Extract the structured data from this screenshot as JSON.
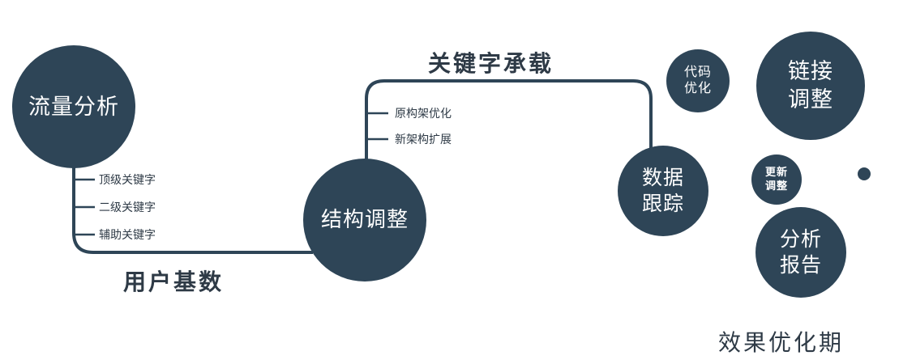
{
  "colors": {
    "accent": "#2e4557",
    "label_dark": "#2e3a46"
  },
  "nodes": {
    "traffic": {
      "label": "流量分析"
    },
    "structure": {
      "label": "结构调整"
    },
    "data_tracking": {
      "line1": "数据",
      "line2": "跟踪"
    },
    "code_optimization": {
      "line1": "代码",
      "line2": "优化"
    },
    "link_adjustment": {
      "line1": "链接",
      "line2": "调整"
    },
    "update_adjustment": {
      "line1": "更新",
      "line2": "调整"
    },
    "analysis_report": {
      "line1": "分析",
      "line2": "报告"
    }
  },
  "edge_labels": {
    "keyword_carrying": "关键字承载",
    "user_base": "用户基数"
  },
  "branch_labels": {
    "traffic": [
      "顶级关键字",
      "二级关键字",
      "辅助关键字"
    ],
    "structure": [
      "原构架优化",
      "新架构扩展"
    ]
  },
  "caption": "效果优化期"
}
